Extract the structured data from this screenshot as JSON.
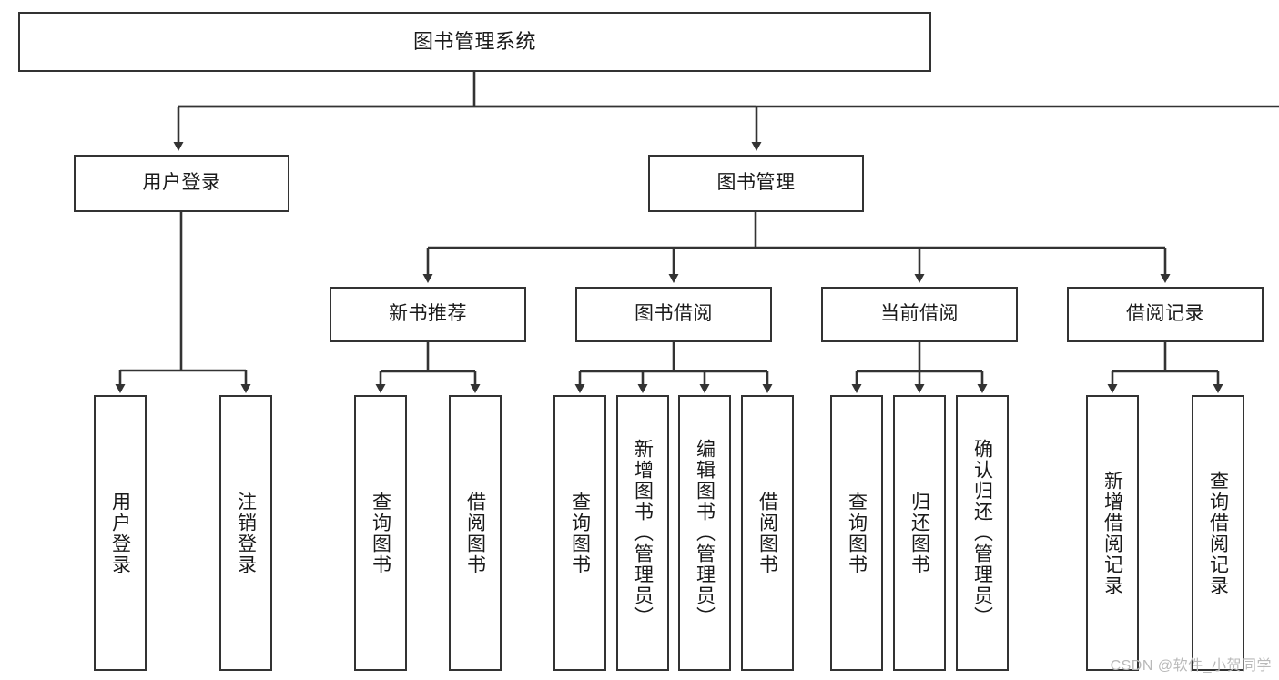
{
  "diagram": {
    "title": "图书管理系统",
    "type": "tree-hierarchy-chart",
    "stroke_color": "#333333",
    "fill_color": "#ffffff",
    "text_color": "#1a1a1a"
  },
  "nodes": {
    "root": {
      "label": "图书管理系统"
    },
    "level2": [
      {
        "label": "用户登录"
      },
      {
        "label": "图书管理"
      }
    ],
    "level3": [
      {
        "label": "新书推荐"
      },
      {
        "label": "图书借阅"
      },
      {
        "label": "当前借阅"
      },
      {
        "label": "借阅记录"
      }
    ],
    "leaves": {
      "user_login": [
        {
          "label": "用户登录"
        },
        {
          "label": "注销登录"
        }
      ],
      "new_book_recommend": [
        {
          "label": "查询图书"
        },
        {
          "label": "借阅图书"
        }
      ],
      "book_borrow": [
        {
          "label": "查询图书"
        },
        {
          "label": "新增图书（管理员）"
        },
        {
          "label": "编辑图书（管理员）"
        },
        {
          "label": "借阅图书"
        }
      ],
      "current_borrow": [
        {
          "label": "查询图书"
        },
        {
          "label": "归还图书"
        },
        {
          "label": "确认归还（管理员）"
        }
      ],
      "borrow_record": [
        {
          "label": "新增借阅记录"
        },
        {
          "label": "查询借阅记录"
        }
      ]
    }
  },
  "watermark": {
    "text": "CSDN @软件_小贺同学"
  }
}
